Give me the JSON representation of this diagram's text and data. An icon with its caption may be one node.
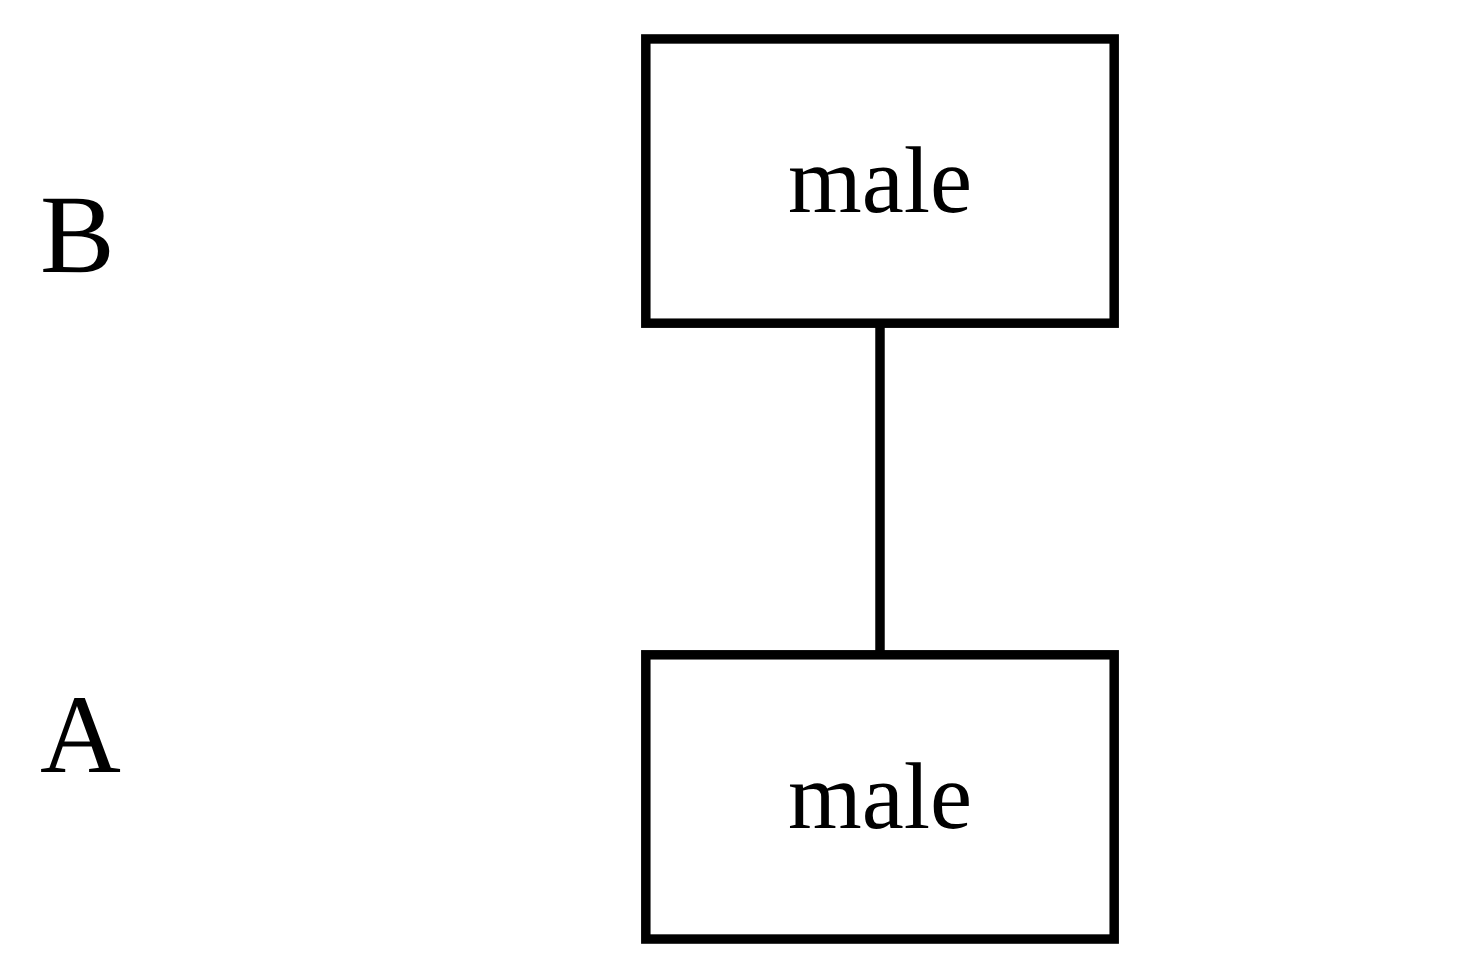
{
  "diagram": {
    "nodes": [
      {
        "text": [
          "male"
        ]
      },
      {
        "text": [
          "male"
        ]
      }
    ],
    "edges": [
      {
        "from": 0,
        "to": 1,
        "arrow": "none"
      }
    ],
    "labels": [
      "B",
      "A"
    ]
  }
}
